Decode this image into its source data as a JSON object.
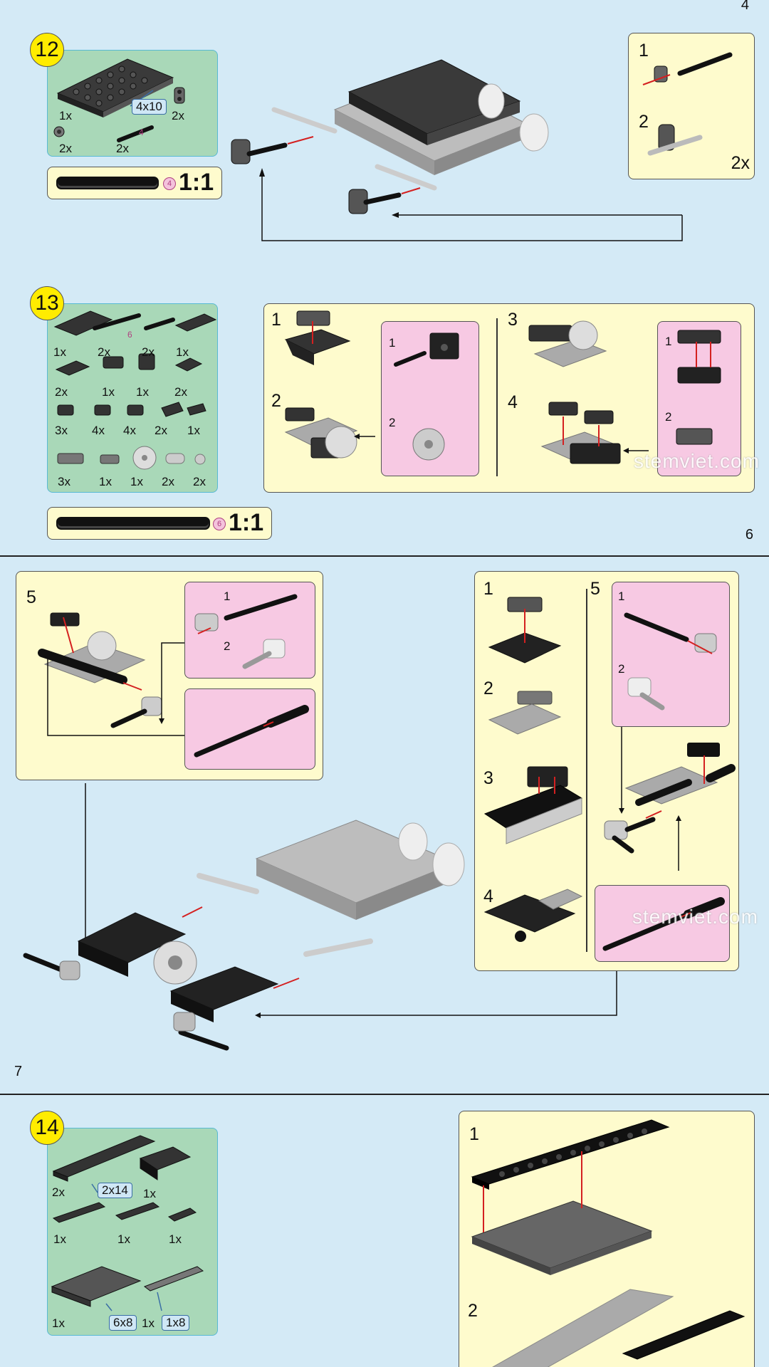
{
  "top_strip": {
    "page_number": "4"
  },
  "page6": {
    "page_number": "6",
    "step12": {
      "number": "12",
      "parts": [
        {
          "qty": "1x",
          "dim": "4x10"
        },
        {
          "qty": "2x"
        },
        {
          "qty": "2x"
        },
        {
          "qty": "2x",
          "axle_len": "4"
        }
      ],
      "scale": {
        "axle_len": "4",
        "ratio": "1:1"
      },
      "callout": {
        "sub1": "1",
        "sub2": "2",
        "mult": "2x"
      }
    },
    "step13": {
      "number": "13",
      "parts_row1": [
        "1x",
        "2x",
        "2x",
        "1x"
      ],
      "parts_row1_axle": "6",
      "parts_row2": [
        "2x",
        "1x",
        "1x",
        "2x"
      ],
      "parts_row3": [
        "3x",
        "4x",
        "4x",
        "2x",
        "1x"
      ],
      "parts_row4": [
        "3x",
        "1x",
        "1x",
        "2x",
        "2x"
      ],
      "scale": {
        "axle_len": "6",
        "ratio": "1:1"
      },
      "callout": {
        "s1": "1",
        "s2": "2",
        "s3": "3",
        "s4": "4",
        "p1": "1",
        "p2": "2",
        "p3": "1",
        "p4": "2"
      },
      "watermark": "stemviet.com"
    }
  },
  "page7": {
    "page_number": "7",
    "left_callout": {
      "step": "5",
      "p1": "1",
      "p2": "2"
    },
    "right_callout": {
      "s1": "1",
      "s2": "2",
      "s3": "3",
      "s4": "4",
      "s5": "5",
      "p1": "1",
      "p2": "2"
    },
    "watermark": "stemviet.com"
  },
  "page8": {
    "step14": {
      "number": "14",
      "parts_row1": [
        {
          "qty": "2x",
          "dim": "2x14"
        },
        {
          "qty": "1x"
        }
      ],
      "parts_row2": [
        "1x",
        "1x",
        "1x"
      ],
      "parts_row3": [
        {
          "qty": "1x",
          "dim": "6x8"
        },
        {
          "qty": "1x",
          "dim": "1x8"
        }
      ],
      "callout": {
        "s1": "1",
        "s2": "2"
      }
    }
  },
  "colors": {
    "page_bg": "#d4eaf6",
    "parts_bg": "#a9d8b8",
    "callout_bg": "#fefbcd",
    "sub_bg": "#f7c9e3",
    "step_badge": "#ffec00",
    "arrow": "#d42020"
  }
}
